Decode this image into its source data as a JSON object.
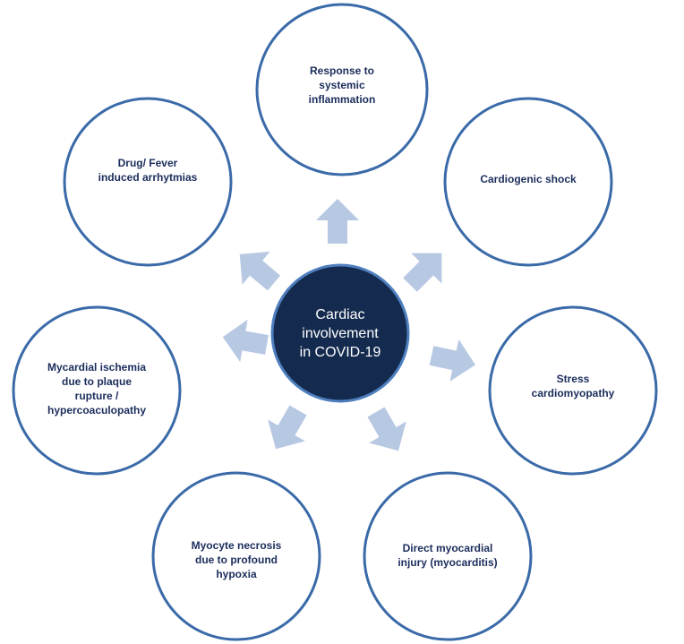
{
  "center": {
    "label": "Cardiac\ninvolvement\nin COVID-19"
  },
  "nodes": {
    "top": "Response to\nsystemic\ninflammation",
    "upper_right": "Cardiogenic shock",
    "right": "Stress\ncardiomyopathy",
    "lower_right": "Direct myocardial\ninjury (myocarditis)",
    "lower_left": "Myocyte necrosis\ndue to profound\nhypoxia",
    "left": "Mycardial ischemia\ndue to plaque\nrupture /\nhypercoaculopathy",
    "upper_left": "Drug/ Fever\ninduced  arrhytmias"
  },
  "colors": {
    "center_fill": "#142b4f",
    "circle_stroke": "#3a6aa8",
    "arrow_fill": "#b7c8e2",
    "label_text": "#1b2d5c"
  }
}
